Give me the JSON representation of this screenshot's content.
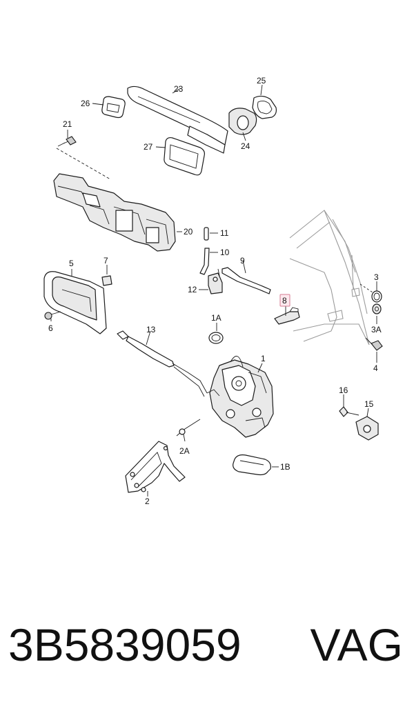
{
  "diagram": {
    "callouts": {
      "c1": "1",
      "c1A": "1A",
      "c1B": "1B",
      "c2": "2",
      "c2A": "2A",
      "c3": "3",
      "c3A": "3A",
      "c4": "4",
      "c5": "5",
      "c6": "6",
      "c7": "7",
      "c8": "8",
      "c9": "9",
      "c10": "10",
      "c11": "11",
      "c12": "12",
      "c13": "13",
      "c15": "15",
      "c16": "16",
      "c20": "20",
      "c21": "21",
      "c23": "23",
      "c24": "24",
      "c25": "25",
      "c26": "26",
      "c27": "27"
    },
    "highlighted_callout": "8",
    "highlight_color": "#d47a90"
  },
  "footer": {
    "part_number": "3B5839059",
    "brand": "VAG"
  }
}
